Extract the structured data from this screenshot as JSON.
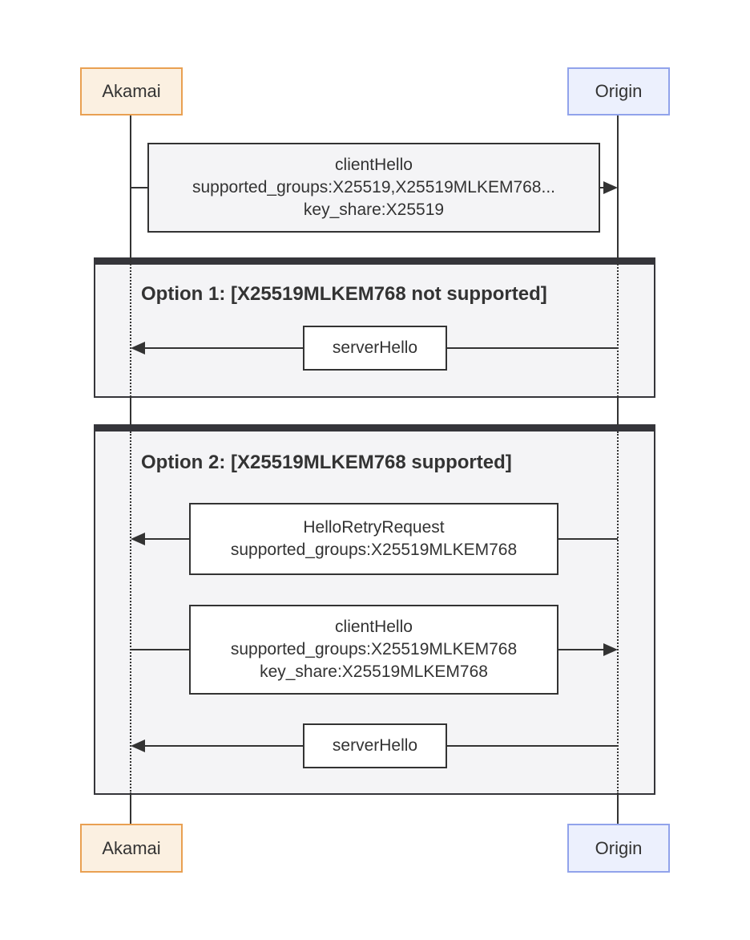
{
  "participants": {
    "client": {
      "label": "Akamai",
      "border_color": "#E9A052",
      "fill_color": "#FBF0E1"
    },
    "server": {
      "label": "Origin",
      "border_color": "#91A3EB",
      "fill_color": "#ECF0FD"
    }
  },
  "messages": {
    "client_hello_1": {
      "from": "Akamai",
      "to": "Origin",
      "direction": "right",
      "lines": [
        "clientHello",
        "supported_groups:X25519,X25519MLKEM768...",
        "key_share:X25519"
      ]
    },
    "server_hello_option1": {
      "from": "Origin",
      "to": "Akamai",
      "direction": "left",
      "lines": [
        "serverHello"
      ]
    },
    "hello_retry_request": {
      "from": "Origin",
      "to": "Akamai",
      "direction": "left",
      "lines": [
        "HelloRetryRequest",
        "supported_groups:X25519MLKEM768"
      ]
    },
    "client_hello_2": {
      "from": "Akamai",
      "to": "Origin",
      "direction": "right",
      "lines": [
        "clientHello",
        "supported_groups:X25519MLKEM768",
        "key_share:X25519MLKEM768"
      ]
    },
    "server_hello_option2": {
      "from": "Origin",
      "to": "Akamai",
      "direction": "left",
      "lines": [
        "serverHello"
      ]
    }
  },
  "blocks": {
    "option1": {
      "label": "Option 1: [X25519MLKEM768 not supported]"
    },
    "option2": {
      "label": "Option 2: [X25519MLKEM768 supported]"
    }
  },
  "colors": {
    "line": "#333333",
    "text": "#333333",
    "block_fill": "#F4F4F6",
    "block_bar": "#35353A",
    "outer_message_fill": "#F4F4F6",
    "inner_message_fill": "#FFFFFF"
  }
}
